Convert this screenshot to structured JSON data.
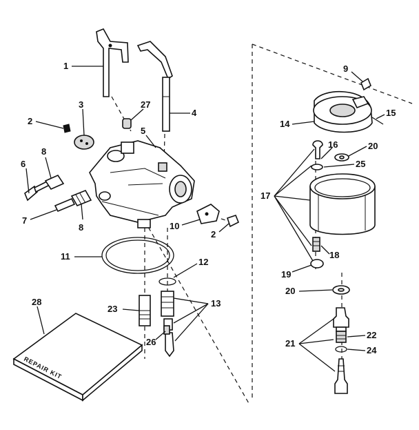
{
  "callouts": {
    "c1": "1",
    "c2a": "2",
    "c2b": "2",
    "c3": "3",
    "c4": "4",
    "c5": "5",
    "c6": "6",
    "c7": "7",
    "c8a": "8",
    "c8b": "8",
    "c9": "9",
    "c10": "10",
    "c11": "11",
    "c12": "12",
    "c13": "13",
    "c14": "14",
    "c15": "15",
    "c16": "16",
    "c17": "17",
    "c18": "18",
    "c19": "19",
    "c20a": "20",
    "c20b": "20",
    "c21": "21",
    "c22": "22",
    "c23": "23",
    "c24": "24",
    "c25": "25",
    "c26": "26",
    "c27": "27",
    "c28": "28"
  },
  "repair_kit": {
    "label": "REPAIR KIT"
  }
}
